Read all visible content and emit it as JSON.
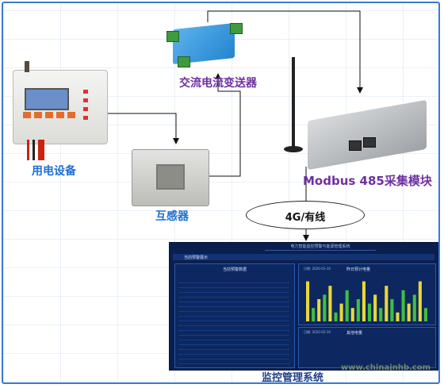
{
  "labels": {
    "meter": "用电设备",
    "transmitter": "交流电流变送器",
    "ct": "互感器",
    "module": "Modbus 485采集模块",
    "link": "4G/有线",
    "system": "监控管理系统"
  },
  "dashboard": {
    "title": "电力智能监控预警与能源管理系统",
    "nav_item": "当前预警展示",
    "table_title": "当前预警数据",
    "chart1_title": "昨日预计电量",
    "chart1_date": "日期: 2020-01-10",
    "chart2_title": "其他电量",
    "chart2_date": "日期: 2020-02-10",
    "chart1_values": [
      0.9,
      0.3,
      0.5,
      0.6,
      0.8,
      0.2,
      0.4,
      0.7,
      0.3,
      0.5,
      0.9,
      0.4,
      0.6,
      0.3,
      0.8,
      0.5,
      0.2,
      0.7,
      0.4,
      0.6,
      0.9,
      0.3
    ]
  },
  "watermark": "www.chinajnhb.com",
  "colors": {
    "frame": "#3c7bd0",
    "label_blue": "#1f6fd1",
    "label_purple": "#7030a0",
    "dash_bg": "#0b1f4e",
    "bar_yellow": "#e8d836",
    "bar_green": "#3fbf3f"
  }
}
